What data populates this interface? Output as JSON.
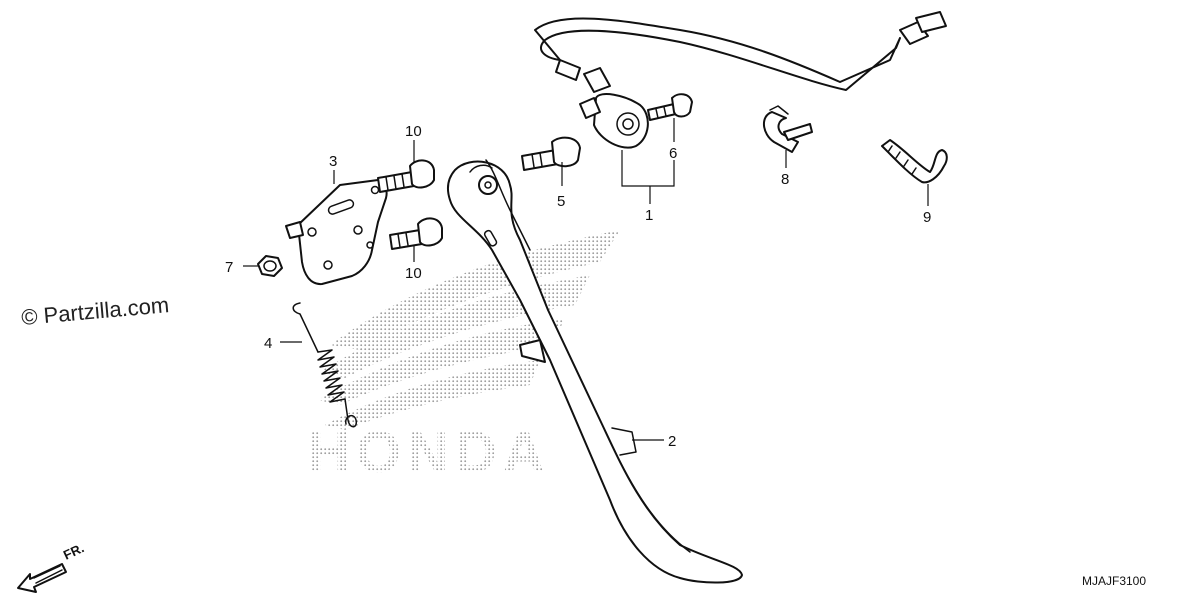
{
  "watermark": "© Partzilla.com",
  "diagram_code": "MJAJF3100",
  "direction_label": "FR.",
  "logo_text": "HONDA",
  "callouts": {
    "c1": "1",
    "c2": "2",
    "c3": "3",
    "c4": "4",
    "c5": "5",
    "c6": "6",
    "c7": "7",
    "c8": "8",
    "c9": "9",
    "c10a": "10",
    "c10b": "10"
  },
  "colors": {
    "line": "#111111",
    "logo_dots": "#9a9a9a"
  }
}
